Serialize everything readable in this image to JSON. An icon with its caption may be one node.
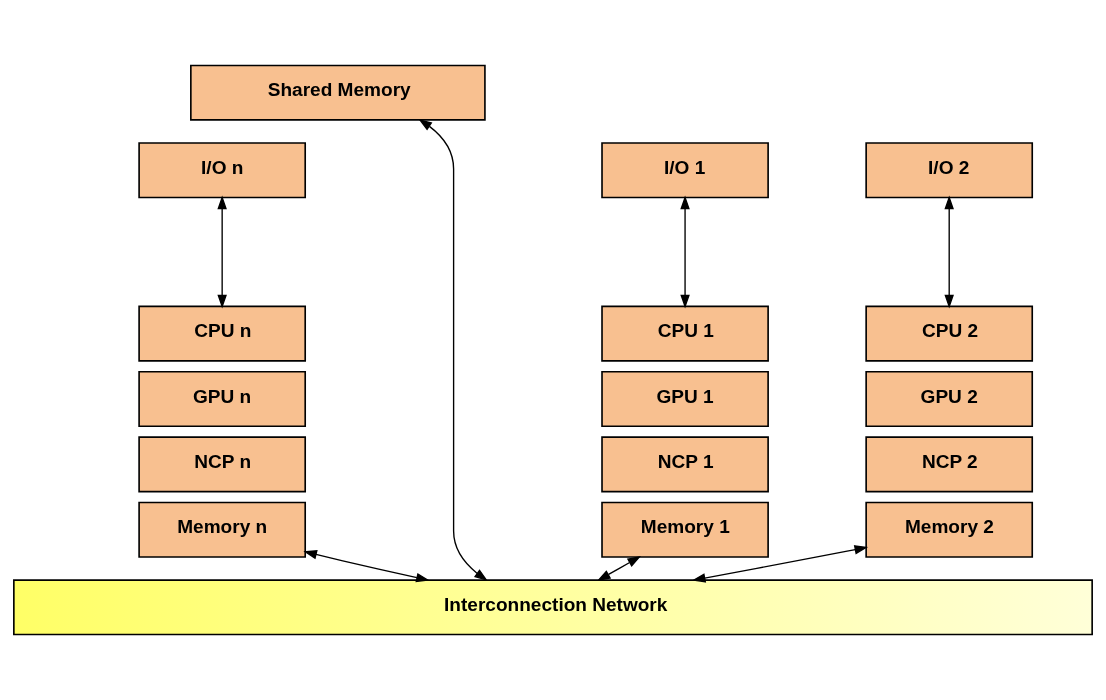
{
  "diagram": {
    "nodes": [
      {
        "text": [
          "Shared Memory"
        ]
      },
      {
        "text": [
          "I/O 1"
        ]
      },
      {
        "text": [
          "I/O 2"
        ]
      },
      {
        "text": [
          "I/O n"
        ]
      },
      {
        "text": [
          "CPU 1"
        ]
      },
      {
        "text": [
          "CPU 2"
        ]
      },
      {
        "text": [
          "CPU n"
        ]
      },
      {
        "text": [
          "GPU 1"
        ]
      },
      {
        "text": [
          "GPU 2"
        ]
      },
      {
        "text": [
          "GPU n"
        ]
      },
      {
        "text": [
          "NCP 1"
        ]
      },
      {
        "text": [
          "NCP 2"
        ]
      },
      {
        "text": [
          "NCP n"
        ]
      },
      {
        "text": [
          "Memory 1"
        ]
      },
      {
        "text": [
          "Memory 2"
        ]
      },
      {
        "text": [
          "Memory n"
        ]
      },
      {
        "text": [
          "Interconnection Network"
        ]
      }
    ],
    "edges": [
      {
        "from": 1,
        "to": 4,
        "arrow": "both"
      },
      {
        "from": 2,
        "to": 5,
        "arrow": "both"
      },
      {
        "from": 3,
        "to": 6,
        "arrow": "both"
      },
      {
        "from": 13,
        "to": 16,
        "arrow": "both"
      },
      {
        "from": 14,
        "to": 16,
        "arrow": "both"
      },
      {
        "from": 15,
        "to": 16,
        "arrow": "both"
      },
      {
        "from": 0,
        "to": 16,
        "arrow": "both"
      }
    ]
  }
}
